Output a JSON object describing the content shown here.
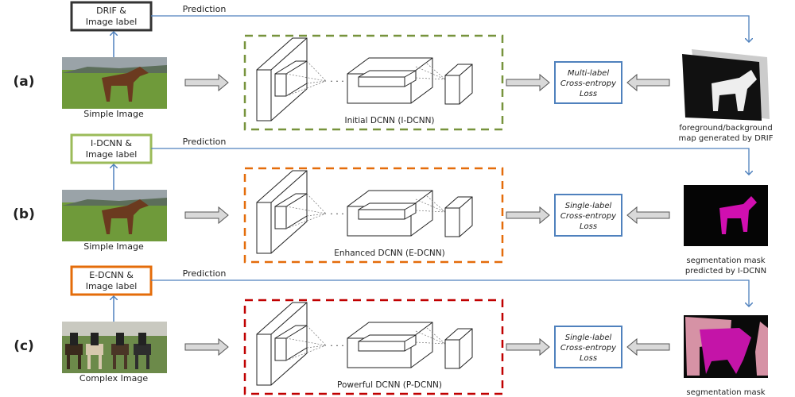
{
  "rows": [
    {
      "tag": "(a)",
      "source_box": "DRIF &|Image label",
      "source_color": "#333333",
      "prediction": "Prediction",
      "image_caption": "Simple Image",
      "image_kind": "simple",
      "net_label": "Initial DCNN (I-DCNN)",
      "net_color": "#77933c",
      "loss": "Multi-label|Cross-entropy|Loss",
      "target_caption": "foreground/background|map generated by DRIF",
      "target_kind": "fgbg"
    },
    {
      "tag": "(b)",
      "source_box": "I-DCNN &|Image label",
      "source_color": "#9bbb59",
      "prediction": "Prediction",
      "image_caption": "Simple Image",
      "image_kind": "simple",
      "net_label": "Enhanced DCNN (E-DCNN)",
      "net_color": "#e46c0a",
      "loss": "Single-label|Cross-entropy|Loss",
      "target_caption": "segmentation mask|predicted by I-DCNN",
      "target_kind": "mask1"
    },
    {
      "tag": "(c)",
      "source_box": "E-DCNN &|Image label",
      "source_color": "#e46c0a",
      "prediction": "Prediction",
      "image_caption": "Complex Image",
      "image_kind": "complex",
      "net_label": "Powerful DCNN (P-DCNN)",
      "net_color": "#c00000",
      "loss": "Single-label|Cross-entropy|Loss",
      "target_caption": "segmentation mask|predicted by E-DCNN",
      "target_kind": "mask2"
    }
  ],
  "colors": {
    "connector": "#4f81bd",
    "loss_border": "#4f81bd",
    "arrow_fill": "#d9d9d9"
  }
}
